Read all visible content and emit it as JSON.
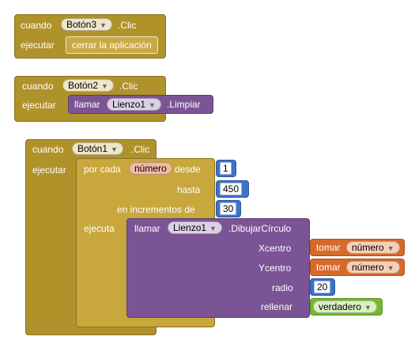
{
  "block1": {
    "when": "cuando",
    "component": "Botón3",
    "event": ".Clic",
    "do": "ejecutar",
    "action": "cerrar la aplicación"
  },
  "block2": {
    "when": "cuando",
    "component": "Botón2",
    "event": ".Clic",
    "do": "ejecutar",
    "call": "llamar",
    "target": "Lienzo1",
    "method": ".Limpiar"
  },
  "block3": {
    "when": "cuando",
    "component": "Botón1",
    "event": ".Clic",
    "do": "ejecutar",
    "loop": {
      "for_each": "por cada",
      "var": "número",
      "from_label": "desde",
      "from": "1",
      "to_label": "hasta",
      "to": "450",
      "step_label": "en incrementos de",
      "step": "30",
      "do_label": "ejecuta"
    },
    "draw": {
      "call": "llamar",
      "target": "Lienzo1",
      "method": ".DibujarCírculo",
      "xcentro_label": "Xcentro",
      "ycentro_label": "Ycentro",
      "radio_label": "radio",
      "rellenar_label": "rellenar",
      "get": "tomar",
      "get_var": "número",
      "radio": "20",
      "fill": "verdadero"
    }
  },
  "colors": {
    "event_block": "#B0922B",
    "procedure_block": "#7A5494",
    "math_block": "#3D73C9",
    "variable_block": "#D76A2A",
    "logic_block": "#76B82F"
  },
  "icons": {
    "dropdown": "dropdown-arrow-icon"
  }
}
